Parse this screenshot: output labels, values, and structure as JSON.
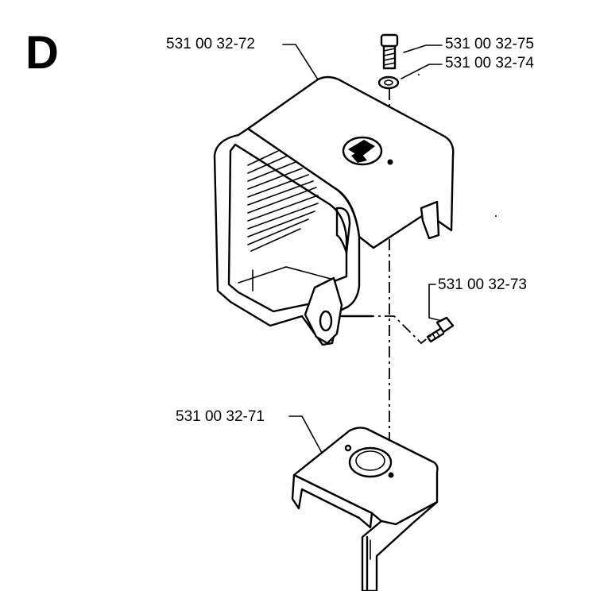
{
  "section": "D",
  "parts": [
    {
      "id": "shield",
      "number": "531 00 32-72"
    },
    {
      "id": "screw-top",
      "number": "531 00 32-75"
    },
    {
      "id": "washer",
      "number": "531 00 32-74"
    },
    {
      "id": "screw-side",
      "number": "531 00 32-73"
    },
    {
      "id": "bracket",
      "number": "531 00 32-71"
    }
  ]
}
